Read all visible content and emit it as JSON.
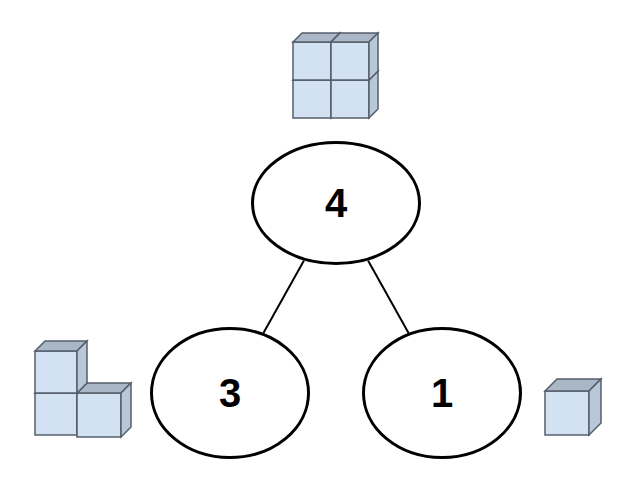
{
  "diagram": {
    "nodes": [
      {
        "text": [
          "4"
        ]
      },
      {
        "text": [
          "3"
        ]
      },
      {
        "text": [
          "1"
        ]
      }
    ],
    "edges": [
      {
        "from": 0,
        "to": 1,
        "arrow": "none"
      },
      {
        "from": 0,
        "to": 2,
        "arrow": "none"
      }
    ]
  }
}
